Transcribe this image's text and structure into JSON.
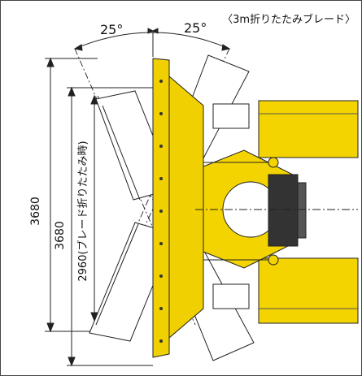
{
  "diagram": {
    "caption": "〈3m折りたたみブレード〉",
    "angle_left": "25°",
    "angle_right": "25°",
    "dim_outer": "3680",
    "dim_inner": "3680",
    "dim_folded": "2960(ブレード折りたたみ時)"
  },
  "colors": {
    "blade_yellow": "#f0d000",
    "machine_yellow": "#f4d400",
    "outline": "#222222",
    "dark": "#333333"
  }
}
